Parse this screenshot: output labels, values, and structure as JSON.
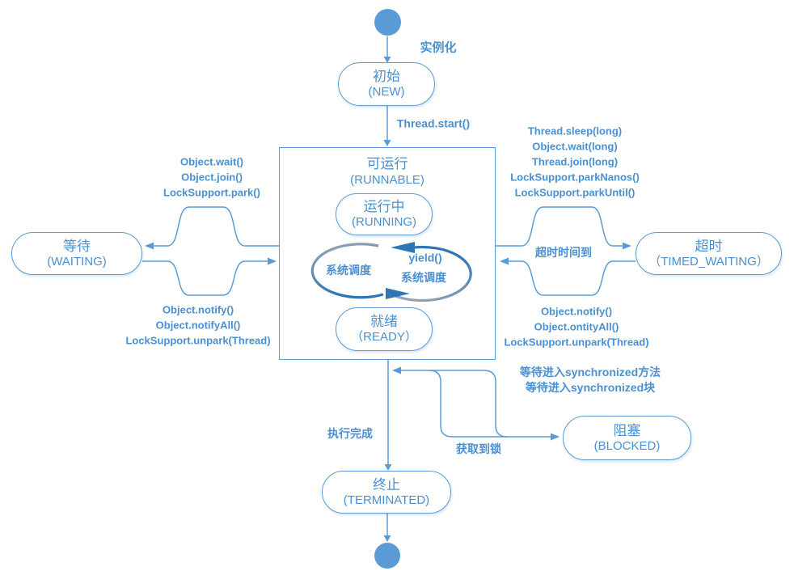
{
  "nodes": {
    "new": {
      "title": "初始",
      "subtitle": "(NEW)"
    },
    "runnable": {
      "title": "可运行",
      "subtitle": "(RUNNABLE)"
    },
    "running": {
      "title": "运行中",
      "subtitle": "(RUNNING)"
    },
    "ready": {
      "title": "就绪",
      "subtitle": "（READY）"
    },
    "waiting": {
      "title": "等待",
      "subtitle": "(WAITING)"
    },
    "timed_waiting": {
      "title": "超时",
      "subtitle": "（TIMED_WAITING）"
    },
    "blocked": {
      "title": "阻塞",
      "subtitle": "(BLOCKED)"
    },
    "terminated": {
      "title": "终止",
      "subtitle": "(TERMINATED)"
    }
  },
  "edge_labels": {
    "instantiate": "实例化",
    "thread_start": "Thread.start()",
    "to_waiting": [
      "Object.wait()",
      "Object.join()",
      "LockSupport.park()"
    ],
    "from_waiting": [
      "Object.notify()",
      "Object.notifyAll()",
      "LockSupport.unpark(Thread)"
    ],
    "to_timed_waiting": [
      "Thread.sleep(long)",
      "Object.wait(long)",
      "Thread.join(long)",
      "LockSupport.parkNanos()",
      "LockSupport.parkUntil()"
    ],
    "from_timed_waiting": [
      "Object.notify()",
      "Object.ontityAll()",
      "LockSupport.unpark(Thread)"
    ],
    "timeout": "超时时间到",
    "to_blocked": [
      "等待进入synchronized方法",
      "等待进入synchronized块"
    ],
    "lock_acquired": "获取到锁",
    "execution_done": "执行完成",
    "schedule_left": "系统调度",
    "yield": "yield()",
    "schedule_right": "系统调度"
  },
  "colors": {
    "line": "#5B9BD5",
    "text": "#4A90D2",
    "cycle_arrow": "#2E75B6",
    "cycle_gray": "#9AA5B1",
    "node_fill": "#FFFFFF"
  }
}
